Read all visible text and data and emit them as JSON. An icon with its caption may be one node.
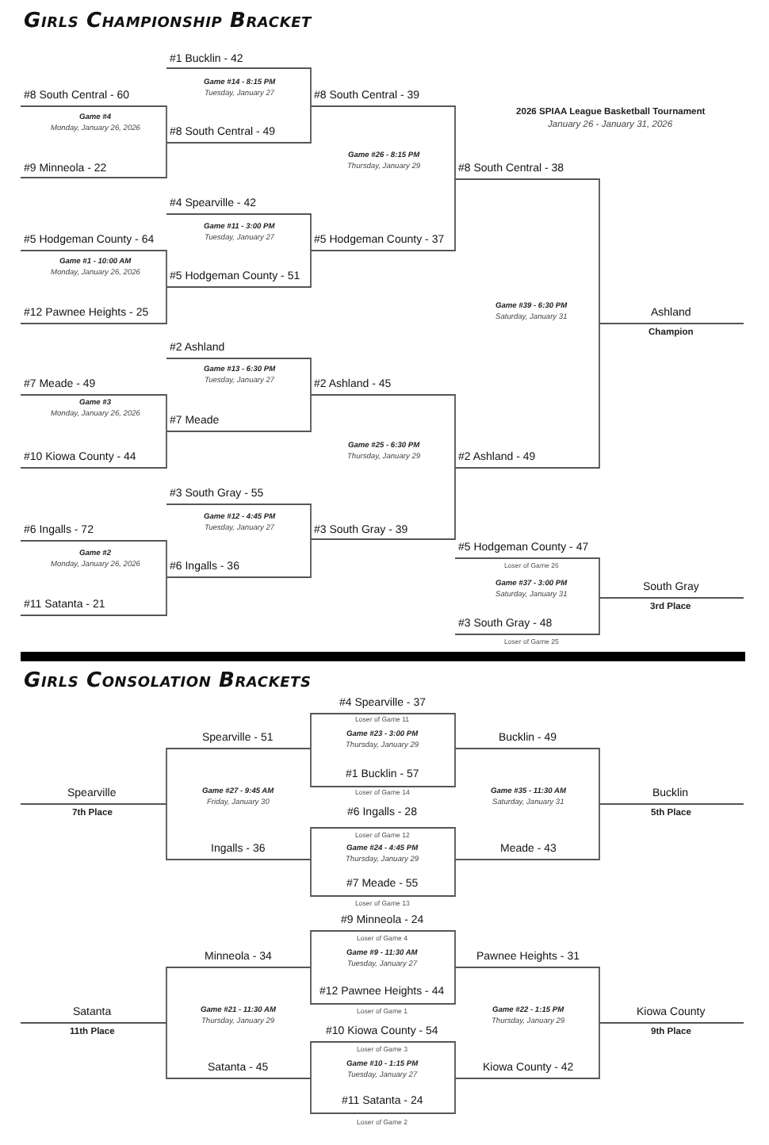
{
  "diagram": {
    "title": "Girls Championship Bracket",
    "labels": [
      "#1 Bucklin - 42",
      "Game #14 - 8:15 PM",
      "Tuesday, January 27",
      "#8 South Central - 60",
      "#8 South Central - 39",
      "Game #4",
      "Monday, January 26, 2026",
      "#8 South Central - 49",
      "2026 SPIAA League Basketball Tournament",
      "January 26 - January 31, 2026",
      "Game #26 - 8:15 PM",
      "Thursday, January 29",
      "#9 Minneola - 22",
      "#8 South Central - 38",
      "#4 Spearville - 42",
      "Game #11 - 3:00 PM",
      "Tuesday, January 27",
      "#5 Hodgeman County - 64",
      "#5 Hodgeman County - 37",
      "Game #1 - 10:00 AM",
      "Monday, January 26, 2026",
      "#5 Hodgeman County - 51",
      "#12 Pawnee Heights - 25",
      "Game #39 - 6:30 PM",
      "Saturday, January 31",
      "Ashland",
      "Champion",
      "#2 Ashland",
      "Game #13 - 6:30 PM",
      "Tuesday, January 27",
      "#7 Meade - 49",
      "#2 Ashland - 45",
      "Game #3",
      "Monday, January 26, 2026",
      "#7 Meade",
      "Game #25 - 6:30 PM",
      "Thursday, January 29",
      "#10 Kiowa County - 44",
      "#2 Ashland - 49",
      "#3 South Gray - 55",
      "Game #12 - 4:45 PM",
      "Tuesday, January 27",
      "#6 Ingalls - 72",
      "#3 South Gray - 39",
      "#5 Hodgeman County - 47",
      "Game #2",
      "Monday, January 26, 2026",
      "Loser of Game 26",
      "#6 Ingalls - 36",
      "Game #37 - 3:00 PM",
      "Saturday, January 31",
      "South Gray",
      "#11 Satanta - 21",
      "3rd Place",
      "#3 South Gray - 48",
      "Loser of Game 25",
      "Girls Consolation Brackets",
      "#4 Spearville - 37",
      "Loser of Game 11",
      "Spearville - 51",
      "Bucklin - 49",
      "Game #23 - 3:00 PM",
      "Thursday, January 29",
      "#1 Bucklin - 57",
      "Loser of Game 14",
      "Spearville",
      "Game #27 - 9:45 AM",
      "Friday, January 30",
      "Game #35 - 11:30 AM",
      "Saturday, January 31",
      "Bucklin",
      "7th Place",
      "#6 Ingalls - 28",
      "5th Place",
      "Loser of Game 12",
      "Game #24 - 4:45 PM",
      "Thursday, January 29",
      "Ingalls - 36",
      "Meade - 43",
      "#7 Meade - 55",
      "Loser of Game 13",
      "#9 Minneola - 24",
      "Loser of Game 4",
      "Game #9 - 11:30 AM",
      "Tuesday, January 27",
      "Minneola - 34",
      "Pawnee Heights - 31",
      "#12 Pawnee Heights - 44",
      "Loser of Game 1",
      "Satanta",
      "Game #21 - 11:30 AM",
      "Thursday, January 29",
      "Game #22 - 1:15 PM",
      "Thursday, January 29",
      "Kiowa County",
      "11th Place",
      "#10 Kiowa County - 54",
      "9th Place",
      "Loser of Game 3",
      "Game #10 - 1:15 PM",
      "Tuesday, January 27",
      "Satanta - 45",
      "Kiowa County - 42",
      "#11 Satanta - 24",
      "Loser of Game 2"
    ]
  }
}
